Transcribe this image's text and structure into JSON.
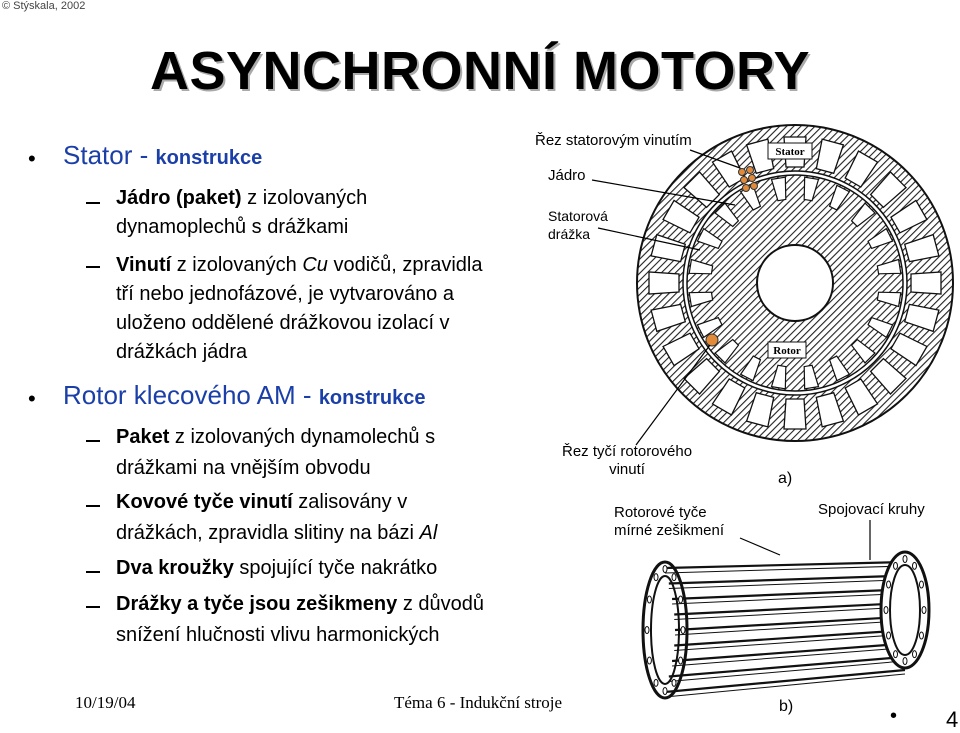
{
  "copyright": "© Stýskala, 2002",
  "title": "ASYNCHRONNÍ MOTORY",
  "stator": {
    "heading": "Stator",
    "separator": "-",
    "subheading": "konstrukce",
    "items": [
      {
        "bold": "Jádro (paket)",
        "rest_line1": " z izolovaných",
        "line2": "dynamoplechů s drážkami"
      },
      {
        "bold": "Vinutí",
        "a": " z izolovaných ",
        "italic": "Cu",
        "b": " vodičů, zpravidla",
        "line2": "tří nebo jednofázové, je vytvarováno a",
        "line3": "uloženo oddělené drážkovou izolací v",
        "line4": "drážkách jádra"
      }
    ]
  },
  "rotor": {
    "heading": "Rotor klecového AM",
    "separator": "-",
    "subheading": "konstrukce",
    "items": [
      {
        "bold": "Paket",
        "rest_line1": " z izolovaných dynamolechů s",
        "line2": "drážkami na vnějším obvodu"
      },
      {
        "bold": "Kovové tyče vinutí",
        "rest_line1": " zalisovány v",
        "line2": "drážkách, zpravidla slitiny na bázi ",
        "line2_italic": "Al"
      },
      {
        "bold": "Dva kroužky",
        "rest_line1": " spojující tyče nakrátko"
      },
      {
        "bold": "Drážky a tyče jsou zešikmeny",
        "rest_line1": " z důvodů",
        "line2": "snížení hlučnosti vlivu harmonických"
      }
    ]
  },
  "labels": {
    "rez_stator": "Řez statorovým vinutím",
    "jadro": "Jádro",
    "statorova_1": "Statorová",
    "statorova_2": "drážka",
    "stator_tag": "Stator",
    "rotor_tag": "Rotor",
    "rez_tyci_1": "Řez tyčí rotorového",
    "rez_tyci_2": "vinutí",
    "a": "a)",
    "tyce_1": "Rotorové tyče",
    "tyce_2": "mírné zešikmení",
    "kruhy": "Spojovací kruhy",
    "b": "b)"
  },
  "footer": {
    "date": "10/19/04",
    "topic": "Téma 6 - Indukční stroje",
    "bullet": "•",
    "page": "4"
  },
  "colors": {
    "accent": "#1b3fa8"
  }
}
